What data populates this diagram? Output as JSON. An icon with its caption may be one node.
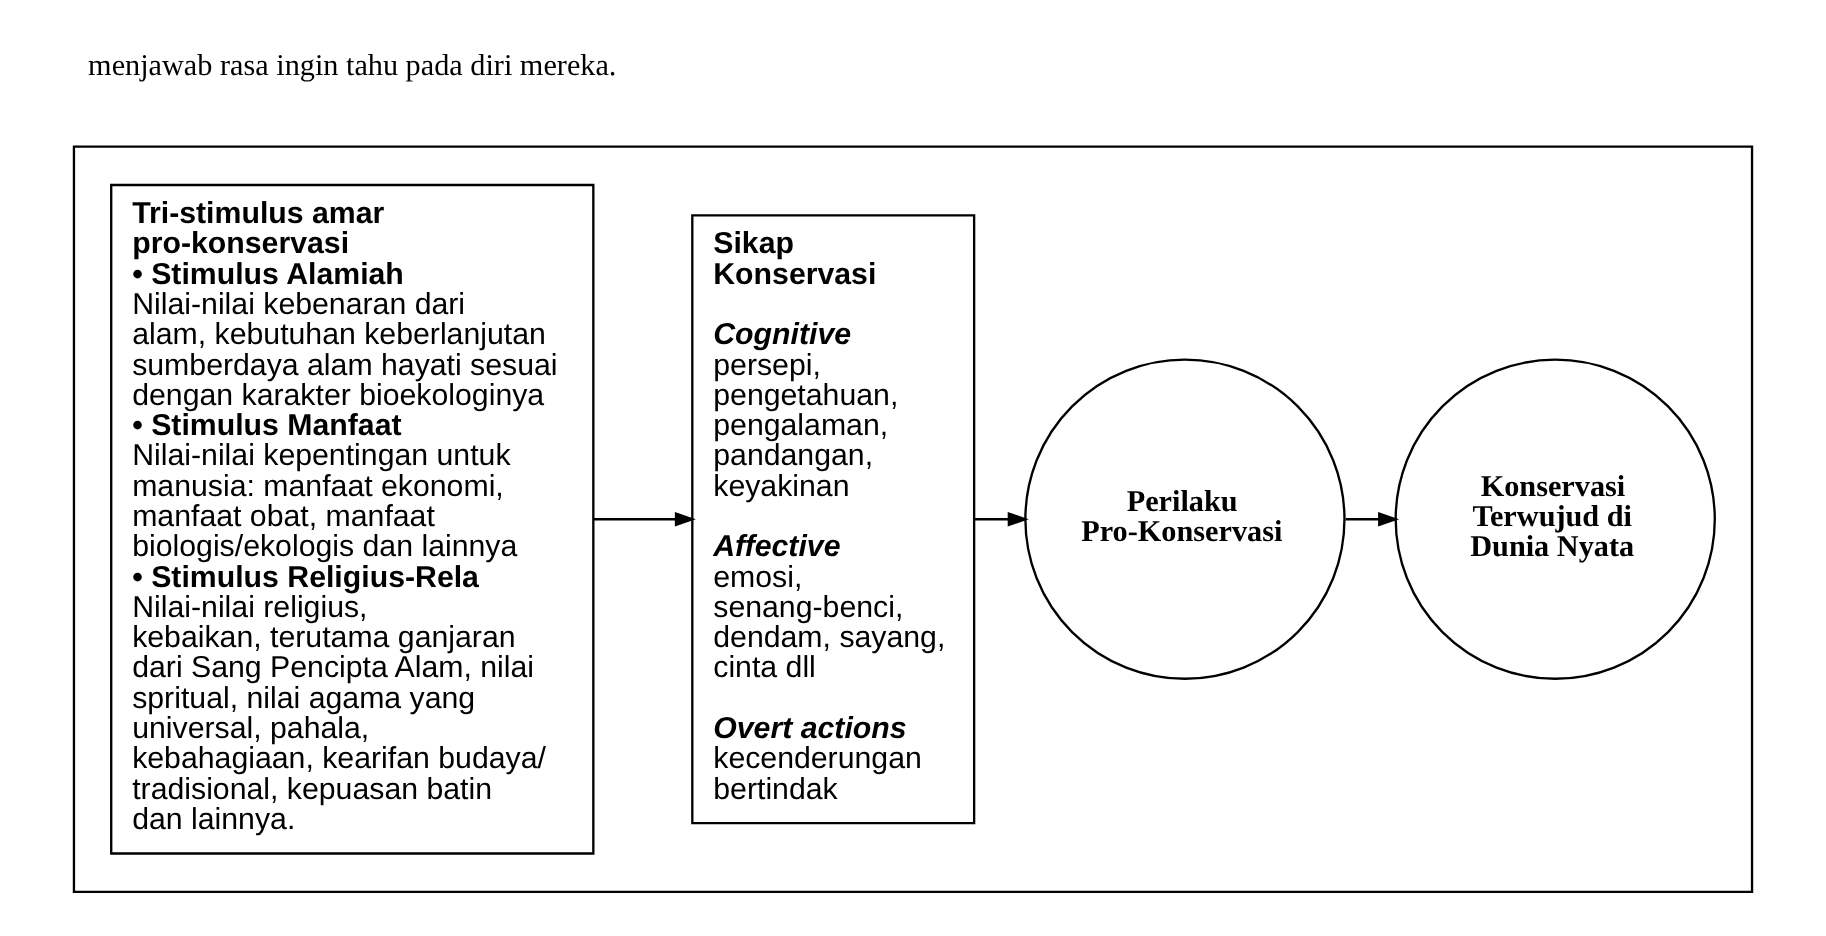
{
  "diagram": {
    "nodes": [
      {
        "text": [],
        "shape": "box"
      },
      {
        "text": [
          "Tri-stimulus amar pro-konservasi",
          "• Stimulus Alamiah",
          "Nilai-nilai kebenaran dari alam, kebutuhan keberlanjutan sumberdaya alam hayati sesuai dengan karakter bioekologinya",
          "• Stimulus Manfaat",
          "Nilai-nilai kepentingan untuk manusia: manfaat ekonomi, manfaat obat, manfaat biologis/ekologis dan lainnya",
          "• Stimulus Religius-Rela",
          "Nilai-nilai religius, kebaikan, terutama ganjaran dari Sang Pencipta Alam, nilai spritual, nilai agama yang universal, pahala, kebahagiaan, kearifan budaya/ tradisional, kepuasan batin dan lainnya."
        ],
        "in": 0
      },
      {
        "text": [
          "Sikap Konservasi",
          "Cognitive",
          "persepi, pengetahuan, pengalaman, pandangan, keyakinan",
          "Affective",
          "emosi, senang-benci, dendam, sayang, cinta dll",
          "Overt actions",
          "kecenderungan bertindak"
        ],
        "in": 0
      },
      {
        "text": [
          "Perilaku Pro-Konservasi"
        ],
        "in": 0
      },
      {
        "text": [
          "Konservasi Terwujud di Dunia Nyata"
        ],
        "in": 0
      }
    ],
    "edges": [
      {
        "from": 1,
        "to": 2,
        "arrow": "to"
      },
      {
        "from": 2,
        "to": 3,
        "arrow": "to"
      },
      {
        "from": 3,
        "to": 4,
        "arrow": "to"
      }
    ],
    "labels": [
      "menjawab rasa ingin tahu pada diri mereka."
    ]
  }
}
